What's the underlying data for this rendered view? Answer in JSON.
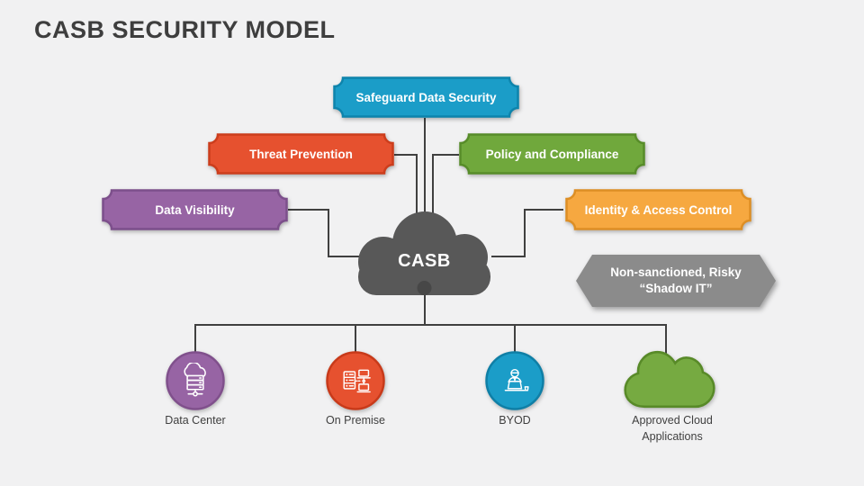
{
  "slide": {
    "title": "CASB SECURITY MODEL",
    "title_color": "#3e3e3e",
    "background": "#f1f1f2"
  },
  "center": {
    "label": "CASB",
    "fill": "#585858",
    "dot_fill": "#474747"
  },
  "nodes": [
    {
      "label": "Safeguard Data Security",
      "fill": "#1b9dc8",
      "stroke": "#0d84ac"
    },
    {
      "label": "Threat Prevention",
      "fill": "#e6512f",
      "stroke": "#cc3d1c"
    },
    {
      "label": "Policy and Compliance",
      "fill": "#70a83c",
      "stroke": "#578c29"
    },
    {
      "label": "Data Visibility",
      "fill": "#9764a4",
      "stroke": "#7c4f8b"
    },
    {
      "label": "Identity & Access Control",
      "fill": "#f6a840",
      "stroke": "#dd8e24"
    }
  ],
  "shadow_it": {
    "line1": "Non-sanctioned, Risky",
    "line2": "“Shadow IT”",
    "fill": "#8b8b8b"
  },
  "endpoints": [
    {
      "label": "Data Center",
      "fill": "#9764a4",
      "stroke": "#80508c",
      "icon": "cloud-server-icon"
    },
    {
      "label": "On Premise",
      "fill": "#e6512f",
      "stroke": "#c83a1a",
      "icon": "server-laptop-icon"
    },
    {
      "label": "BYOD",
      "fill": "#1b9dc8",
      "stroke": "#0f7fa6",
      "icon": "person-laptop-icon"
    },
    {
      "label_line1": "Approved Cloud",
      "label_line2": "Applications",
      "fill": "#76aa41",
      "stroke": "#588a28",
      "icon": "cloud-icon"
    }
  ],
  "connector_color": "#404040"
}
